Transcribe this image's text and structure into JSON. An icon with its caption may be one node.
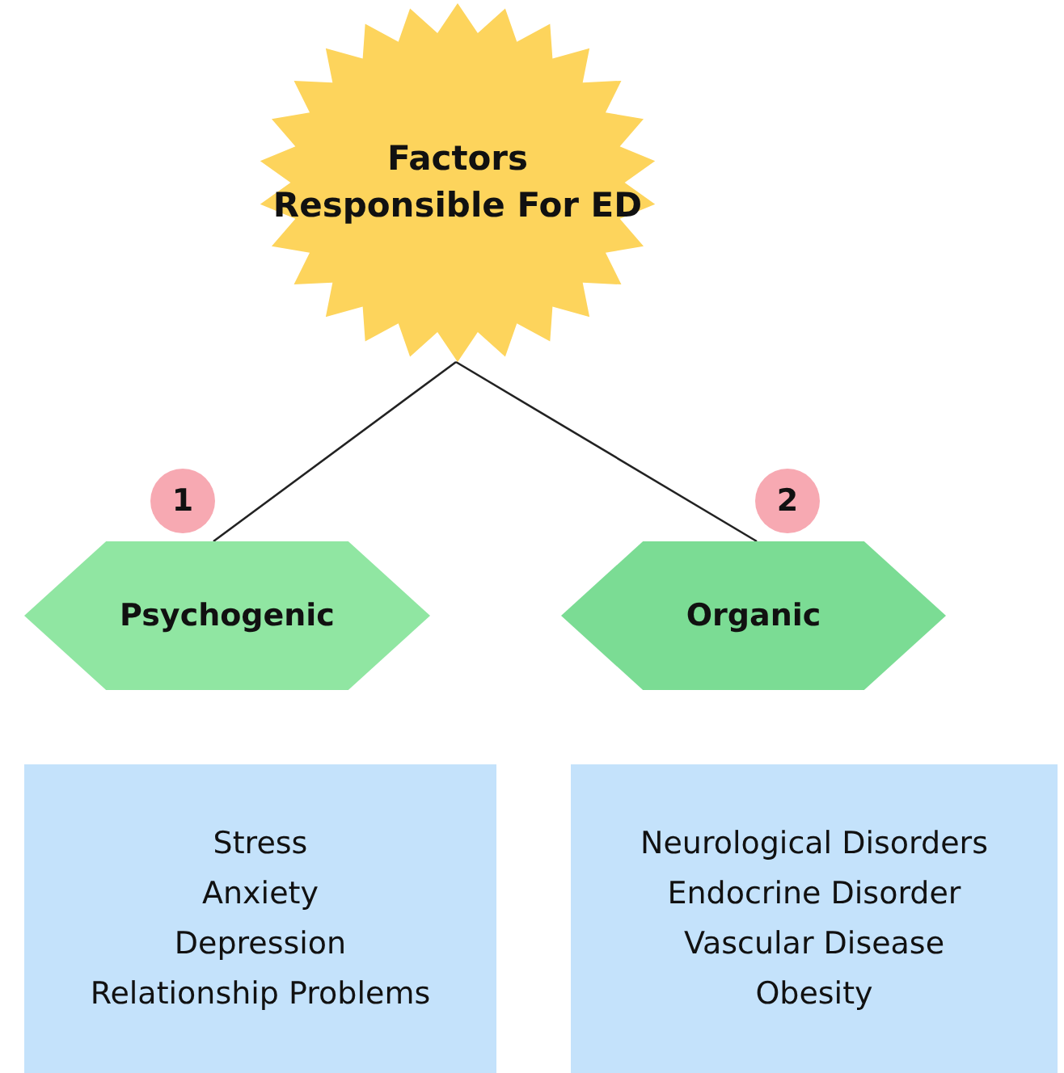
{
  "diagram": {
    "nodes": [
      {
        "text": [
          "Factors Responsible For ED"
        ]
      },
      {
        "text": [
          "Psychogenic"
        ],
        "beside": [
          "1"
        ]
      },
      {
        "text": [
          "Organic"
        ],
        "beside": [
          "2"
        ]
      },
      {
        "text": [
          "Stress",
          "Anxiety",
          "Depression",
          "Relationship Problems"
        ]
      },
      {
        "text": [
          "Neurological Disorders",
          "Endocrine Disorder",
          "Vascular Disease",
          "Obesity"
        ]
      }
    ],
    "edges": [
      {
        "from": 0,
        "to": 1,
        "arrow": "none"
      },
      {
        "from": 0,
        "to": 2,
        "arrow": "none"
      }
    ]
  }
}
